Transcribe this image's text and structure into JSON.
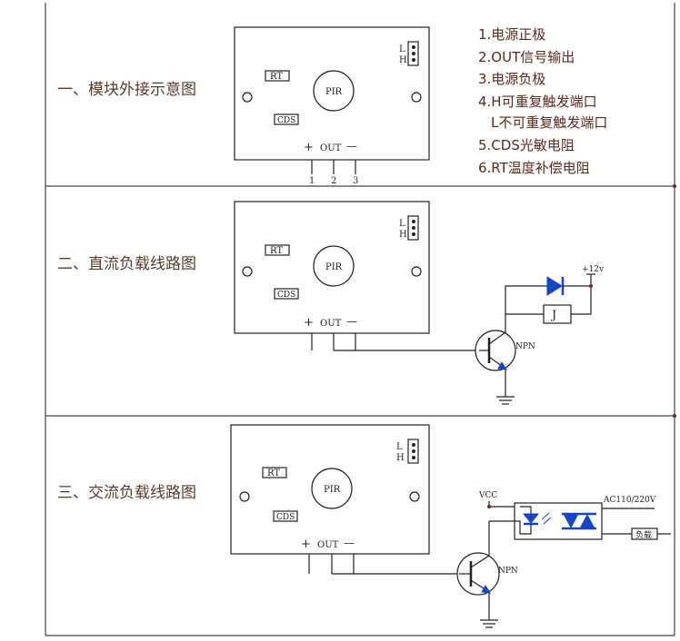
{
  "sections": [
    {
      "title": "一、模块外接示意图"
    },
    {
      "title": "二、直流负载线路图"
    },
    {
      "title": "三、交流负载线路图"
    }
  ],
  "legend": [
    "1.电源正极",
    "2.OUT信号输出",
    "3.电源负极",
    "4.H可重复触发端口",
    "L不可重复触发端口",
    "5.CDS光敏电阻",
    "6.RT温度补偿电阻"
  ],
  "module": {
    "rt_label": "RT",
    "cds_label": "CDS",
    "pir_label": "PIR",
    "l_label": "L",
    "h_label": "H",
    "plus": "+",
    "out": "OUT",
    "minus": "—",
    "pins": [
      "1",
      "2",
      "3"
    ]
  },
  "dc_circuit": {
    "vplus": "+12v",
    "relay": "J",
    "npn": "NPN"
  },
  "ac_circuit": {
    "vcc": "VCC",
    "ac": "AC110/220V",
    "load": "负载",
    "npn": "NPN"
  },
  "colors": {
    "accent": "#1646c8",
    "text": "#5a2a1a"
  }
}
